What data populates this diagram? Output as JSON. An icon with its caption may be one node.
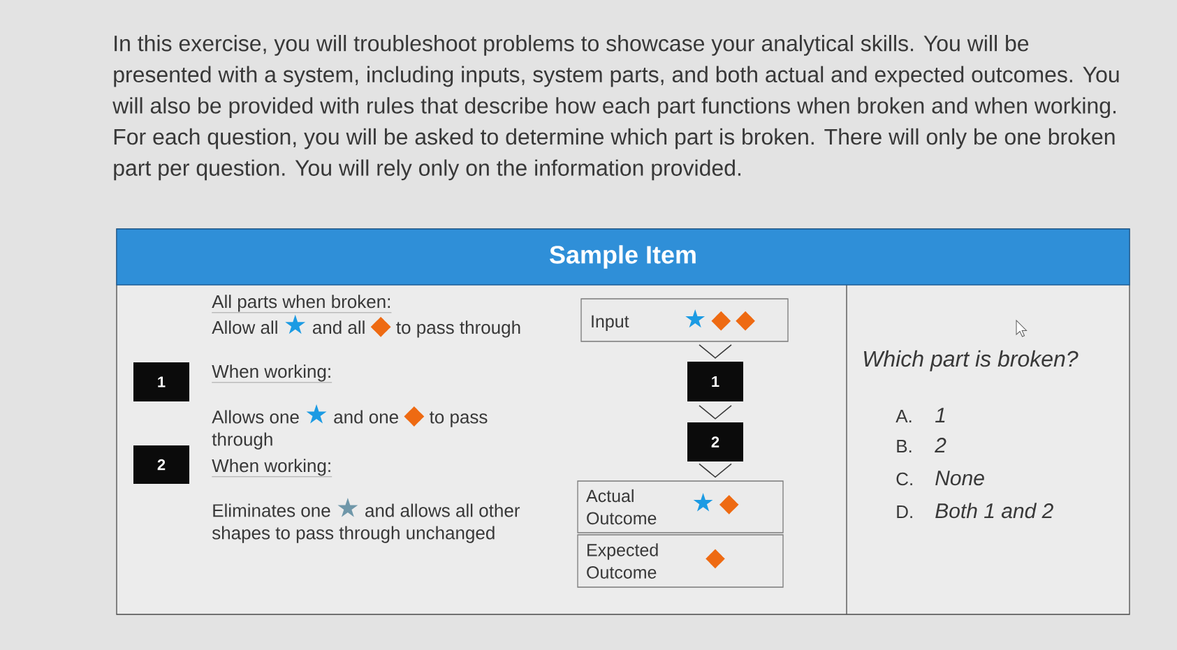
{
  "diagram": {
    "nodes": [
      {
        "text": [
          "Sample Item"
        ]
      },
      {
        "text": [
          "1"
        ],
        "beside": [
          "When working:",
          "Allows one ★ and one ◆ to pass through"
        ]
      },
      {
        "text": [
          "2"
        ],
        "beside": [
          "When working:",
          "Eliminates one ★ and allows all other shapes to pass through unchanged"
        ]
      },
      {
        "text": [
          "Input",
          "★ ◆ ◆"
        ]
      },
      {
        "text": [
          "1"
        ]
      },
      {
        "text": [
          "2"
        ]
      },
      {
        "text": [
          "Actual Outcome",
          "★ ◆"
        ]
      },
      {
        "text": [
          "Expected Outcome",
          "◆"
        ]
      }
    ],
    "edges": [
      {
        "from": 3,
        "to": 4,
        "arrow": "to"
      },
      {
        "from": 4,
        "to": 5,
        "arrow": "to"
      },
      {
        "from": 5,
        "to": 6,
        "arrow": "to"
      }
    ],
    "labels": [
      "In this exercise, you will troubleshoot problems to showcase your analytical skills. You will be presented with a system, including inputs, system parts, and both actual and expected outcomes. You will also be provided with rules that describe how each part functions when broken and when working. For each question, you will be asked to determine which part is broken. There will only be one broken part per question. You will rely only on the information provided.",
      "All parts when broken:",
      "Allow all ★ and all ◆ to pass through",
      "Which part is broken?",
      "A.",
      "1",
      "B.",
      "2",
      "C.",
      "None",
      "D.",
      "Both 1 and 2"
    ]
  }
}
